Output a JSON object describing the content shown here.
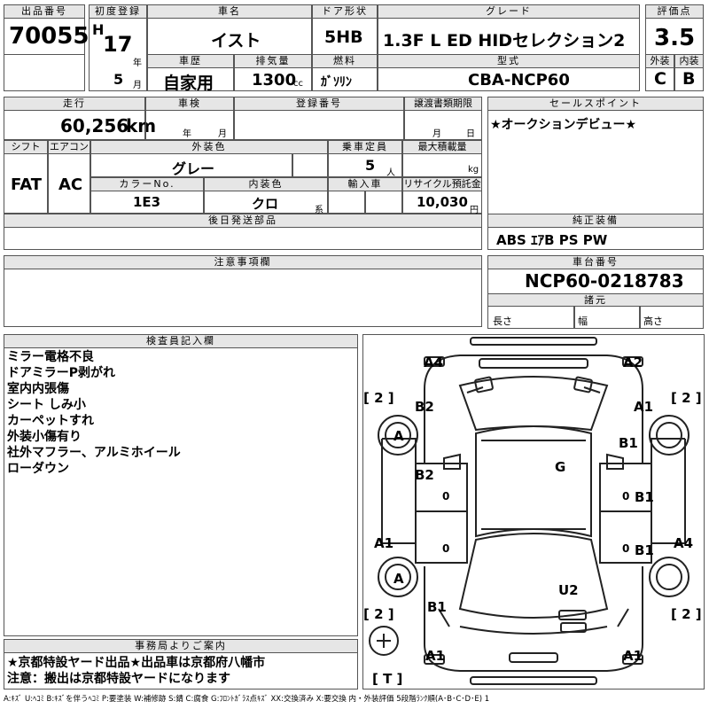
{
  "header": {
    "lot_label": "出品番号",
    "lot_no": "70055",
    "first_reg_label": "初度登録",
    "era": "H",
    "year": "17",
    "year_unit": "年",
    "month": "5",
    "month_unit": "月",
    "car_name_label": "車名",
    "car_name": "イスト",
    "door_label": "ドア形状",
    "door": "5HB",
    "grade_label": "グレード",
    "grade": "1.3F L ED HIDセレクション2",
    "score_label": "評価点",
    "score": "3.5",
    "history_label": "車歴",
    "history": "自家用",
    "displacement_label": "排気量",
    "displacement": "1300",
    "displacement_unit": "cc",
    "fuel_label": "燃料",
    "fuel": "ｶﾞｿﾘﾝ",
    "model_label": "型式",
    "model": "CBA-NCP60",
    "exterior_label": "外装",
    "exterior": "C",
    "interior_label": "内装",
    "interior": "B"
  },
  "row2": {
    "mileage_label": "走行",
    "mileage": "60,256",
    "mileage_unit": "km",
    "inspection_label": "車検",
    "insp_year_unit": "年",
    "insp_month_unit": "月",
    "reg_no_label": "登録番号",
    "transfer_label": "譲渡書類期限",
    "transfer_month_unit": "月",
    "transfer_day_unit": "日",
    "selling_label": "セールスポイント",
    "selling": "★オークションデビュー★"
  },
  "row3": {
    "shift_label": "シフト",
    "shift": "FAT",
    "aircon_label": "エアコン",
    "aircon": "AC",
    "exterior_color_label": "外装色",
    "exterior_color": "グレー",
    "capacity_label": "乗車定員",
    "capacity": "5",
    "capacity_unit": "人",
    "load_label": "最大積載量",
    "load_unit": "kg",
    "color_no_label": "カラーNo.",
    "color_no": "1E3",
    "interior_color_label": "内装色",
    "interior_color": "クロ",
    "interior_color_unit": "系",
    "import_label": "輸入車",
    "recycle_label": "リサイクル預託金",
    "recycle": "10,030",
    "recycle_unit": "円"
  },
  "later_parts_label": "後日発送部品",
  "equipment_label": "純正装備",
  "equipment": "ABS ｴｱB PS PW",
  "notes_label": "注意事項欄",
  "chassis_label": "車台番号",
  "chassis": "NCP60-0218783",
  "specs_label": "諸元",
  "length_label": "長さ",
  "width_label": "幅",
  "height_label": "高さ",
  "inspector_label": "検査員記入欄",
  "inspector_notes": [
    "ミラー電格不良",
    "ドアミラーP剥がれ",
    "室内内張傷",
    "シート しみ小",
    "カーペットすれ",
    "外装小傷有り",
    "社外マフラー、アルミホイール",
    "ローダウン"
  ],
  "office_label": "事務局よりご案内",
  "office_notes": [
    "★京都特設ヤード出品★出品車は京都府八幡市",
    "注意：搬出は京都特設ヤードになります"
  ],
  "legend": "A:ｷｽﾞ U:ﾍｺﾐ B:ｷｽﾞを伴うﾍｺﾐ P:要塗装 W:補修跡 S:錆 C:腐食 G:ﾌﾛﾝﾄｶﾞﾗｽ点ｷｽﾞ XX:交換済み X:要交換 内・外装評価 5段階ﾗﾝｸ順(A･B･C･D･E) 1",
  "diagram": {
    "tl": "A4",
    "tr": "A2",
    "b2_top": "B2",
    "a1_top": "A1",
    "tire_fl": "A",
    "b1_r1": "B1",
    "g": "G",
    "b2_door": "B2",
    "b1_door1": "B1",
    "b1_door2": "B1",
    "a1_left": "A1",
    "a4_right": "A4",
    "tire_rl": "A",
    "u2": "U2",
    "b1_rear": "B1",
    "a1_bl": "A1",
    "a1_br": "A1",
    "t2_tl": "[ 2 ]",
    "t2_tr": "[ 2 ]",
    "t2_bl": "[ 2 ]",
    "t2_br": "[ 2 ]",
    "spare": "[ T ]",
    "zero1": "0",
    "zero2": "0",
    "zero3": "0",
    "zero4": "0"
  }
}
